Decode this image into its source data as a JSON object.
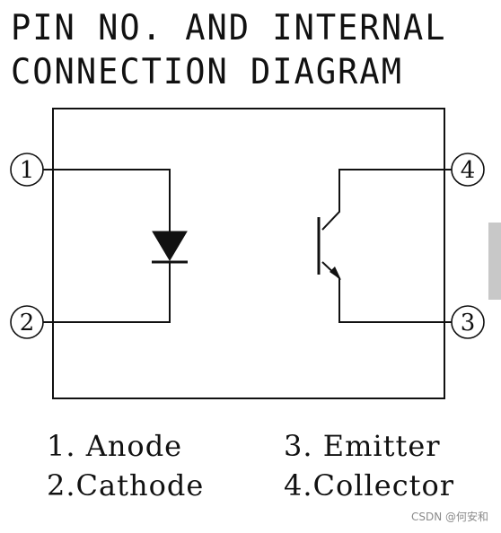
{
  "title": {
    "line1": "PIN NO. AND INTERNAL",
    "line2": "CONNECTION DIAGRAM"
  },
  "pins": [
    {
      "number": "1"
    },
    {
      "number": "2"
    },
    {
      "number": "3"
    },
    {
      "number": "4"
    }
  ],
  "legend": [
    {
      "text": "1. Anode"
    },
    {
      "text": "2.Cathode"
    },
    {
      "text": "3. Emitter"
    },
    {
      "text": "4.Collector"
    }
  ],
  "watermark": "CSDN @何安和"
}
